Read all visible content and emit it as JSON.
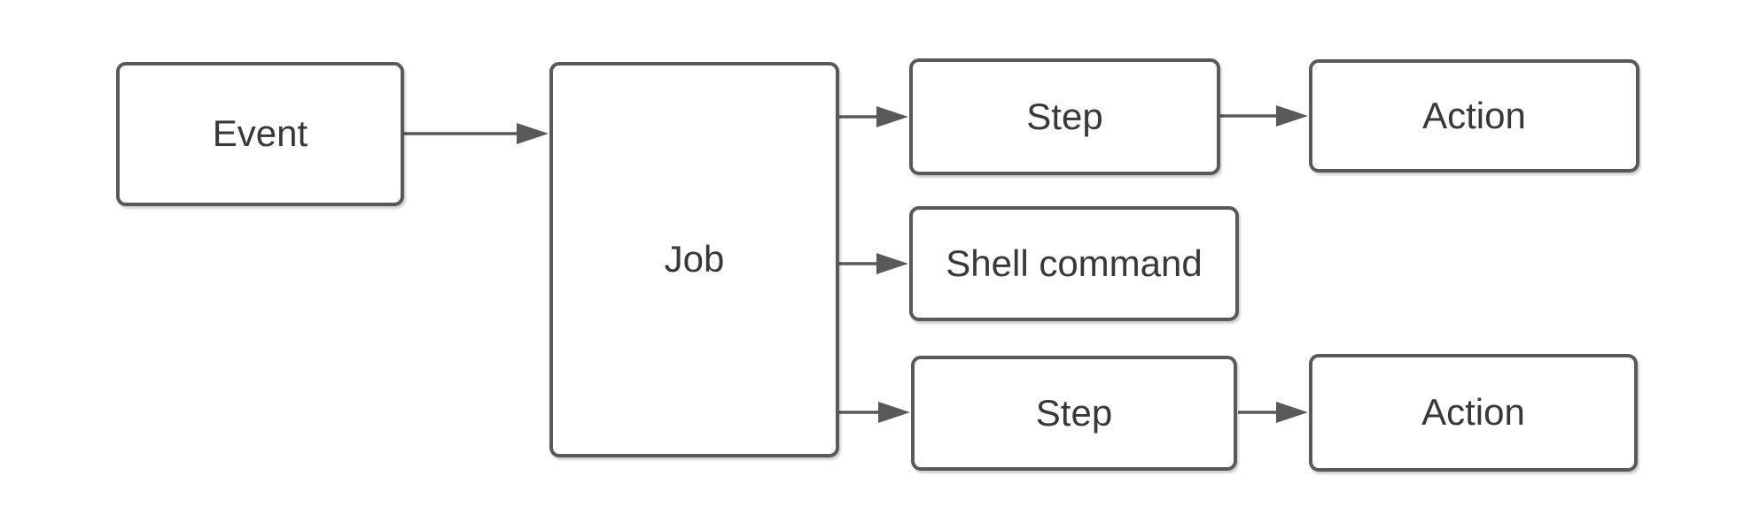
{
  "diagram": {
    "nodes": [
      {
        "id": "event",
        "label": "Event"
      },
      {
        "id": "job",
        "label": "Job"
      },
      {
        "id": "step-top",
        "label": "Step"
      },
      {
        "id": "action-top",
        "label": "Action"
      },
      {
        "id": "shell-command",
        "label": "Shell command"
      },
      {
        "id": "step-bottom",
        "label": "Step"
      },
      {
        "id": "action-bottom",
        "label": "Action"
      }
    ],
    "edges": [
      {
        "from": "event",
        "to": "job"
      },
      {
        "from": "job",
        "to": "step-top"
      },
      {
        "from": "job",
        "to": "shell-command"
      },
      {
        "from": "job",
        "to": "step-bottom"
      },
      {
        "from": "step-top",
        "to": "action-top"
      },
      {
        "from": "step-bottom",
        "to": "action-bottom"
      }
    ],
    "colors": {
      "background": "#ffffff",
      "node_fill": "#ffffff",
      "node_border": "#595959",
      "label_text": "#383838",
      "connector": "#595959"
    }
  }
}
